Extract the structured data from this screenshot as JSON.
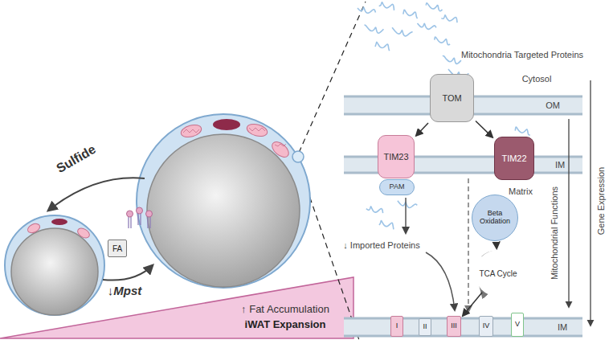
{
  "diagram": {
    "nodes": [
      {
        "text": [
          "FA"
        ]
      },
      {
        "text": [
          "TOM"
        ]
      },
      {
        "text": [
          "TIM23"
        ]
      },
      {
        "text": [
          "PAM"
        ]
      },
      {
        "text": [
          "TIM22"
        ]
      },
      {
        "text": [
          "Beta Oxidation"
        ]
      },
      {
        "text": [
          "TCA Cycle"
        ]
      },
      {
        "text": [
          "I"
        ]
      },
      {
        "text": [
          "II"
        ]
      },
      {
        "text": [
          "III"
        ]
      },
      {
        "text": [
          "IV"
        ]
      },
      {
        "text": [
          "V"
        ]
      }
    ],
    "edges": [
      {
        "from": 1,
        "to": 2,
        "arrow": "to"
      },
      {
        "from": 1,
        "to": 4,
        "arrow": "to"
      },
      {
        "from": 5,
        "to": 6,
        "arrow": "to"
      },
      {
        "from": 6,
        "to": 9,
        "arrow": "to"
      }
    ],
    "labels": [
      "Sulfide",
      "↓Mpst",
      "↑ Fat Accumulation",
      "iWAT Expansion",
      "Mitochondria Targeted Proteins",
      "Cytosol",
      "OM",
      "IM",
      "Matrix",
      "↓ Imported Proteins",
      "IM",
      "Mitochondrial Functions",
      "Gene Expression"
    ]
  }
}
